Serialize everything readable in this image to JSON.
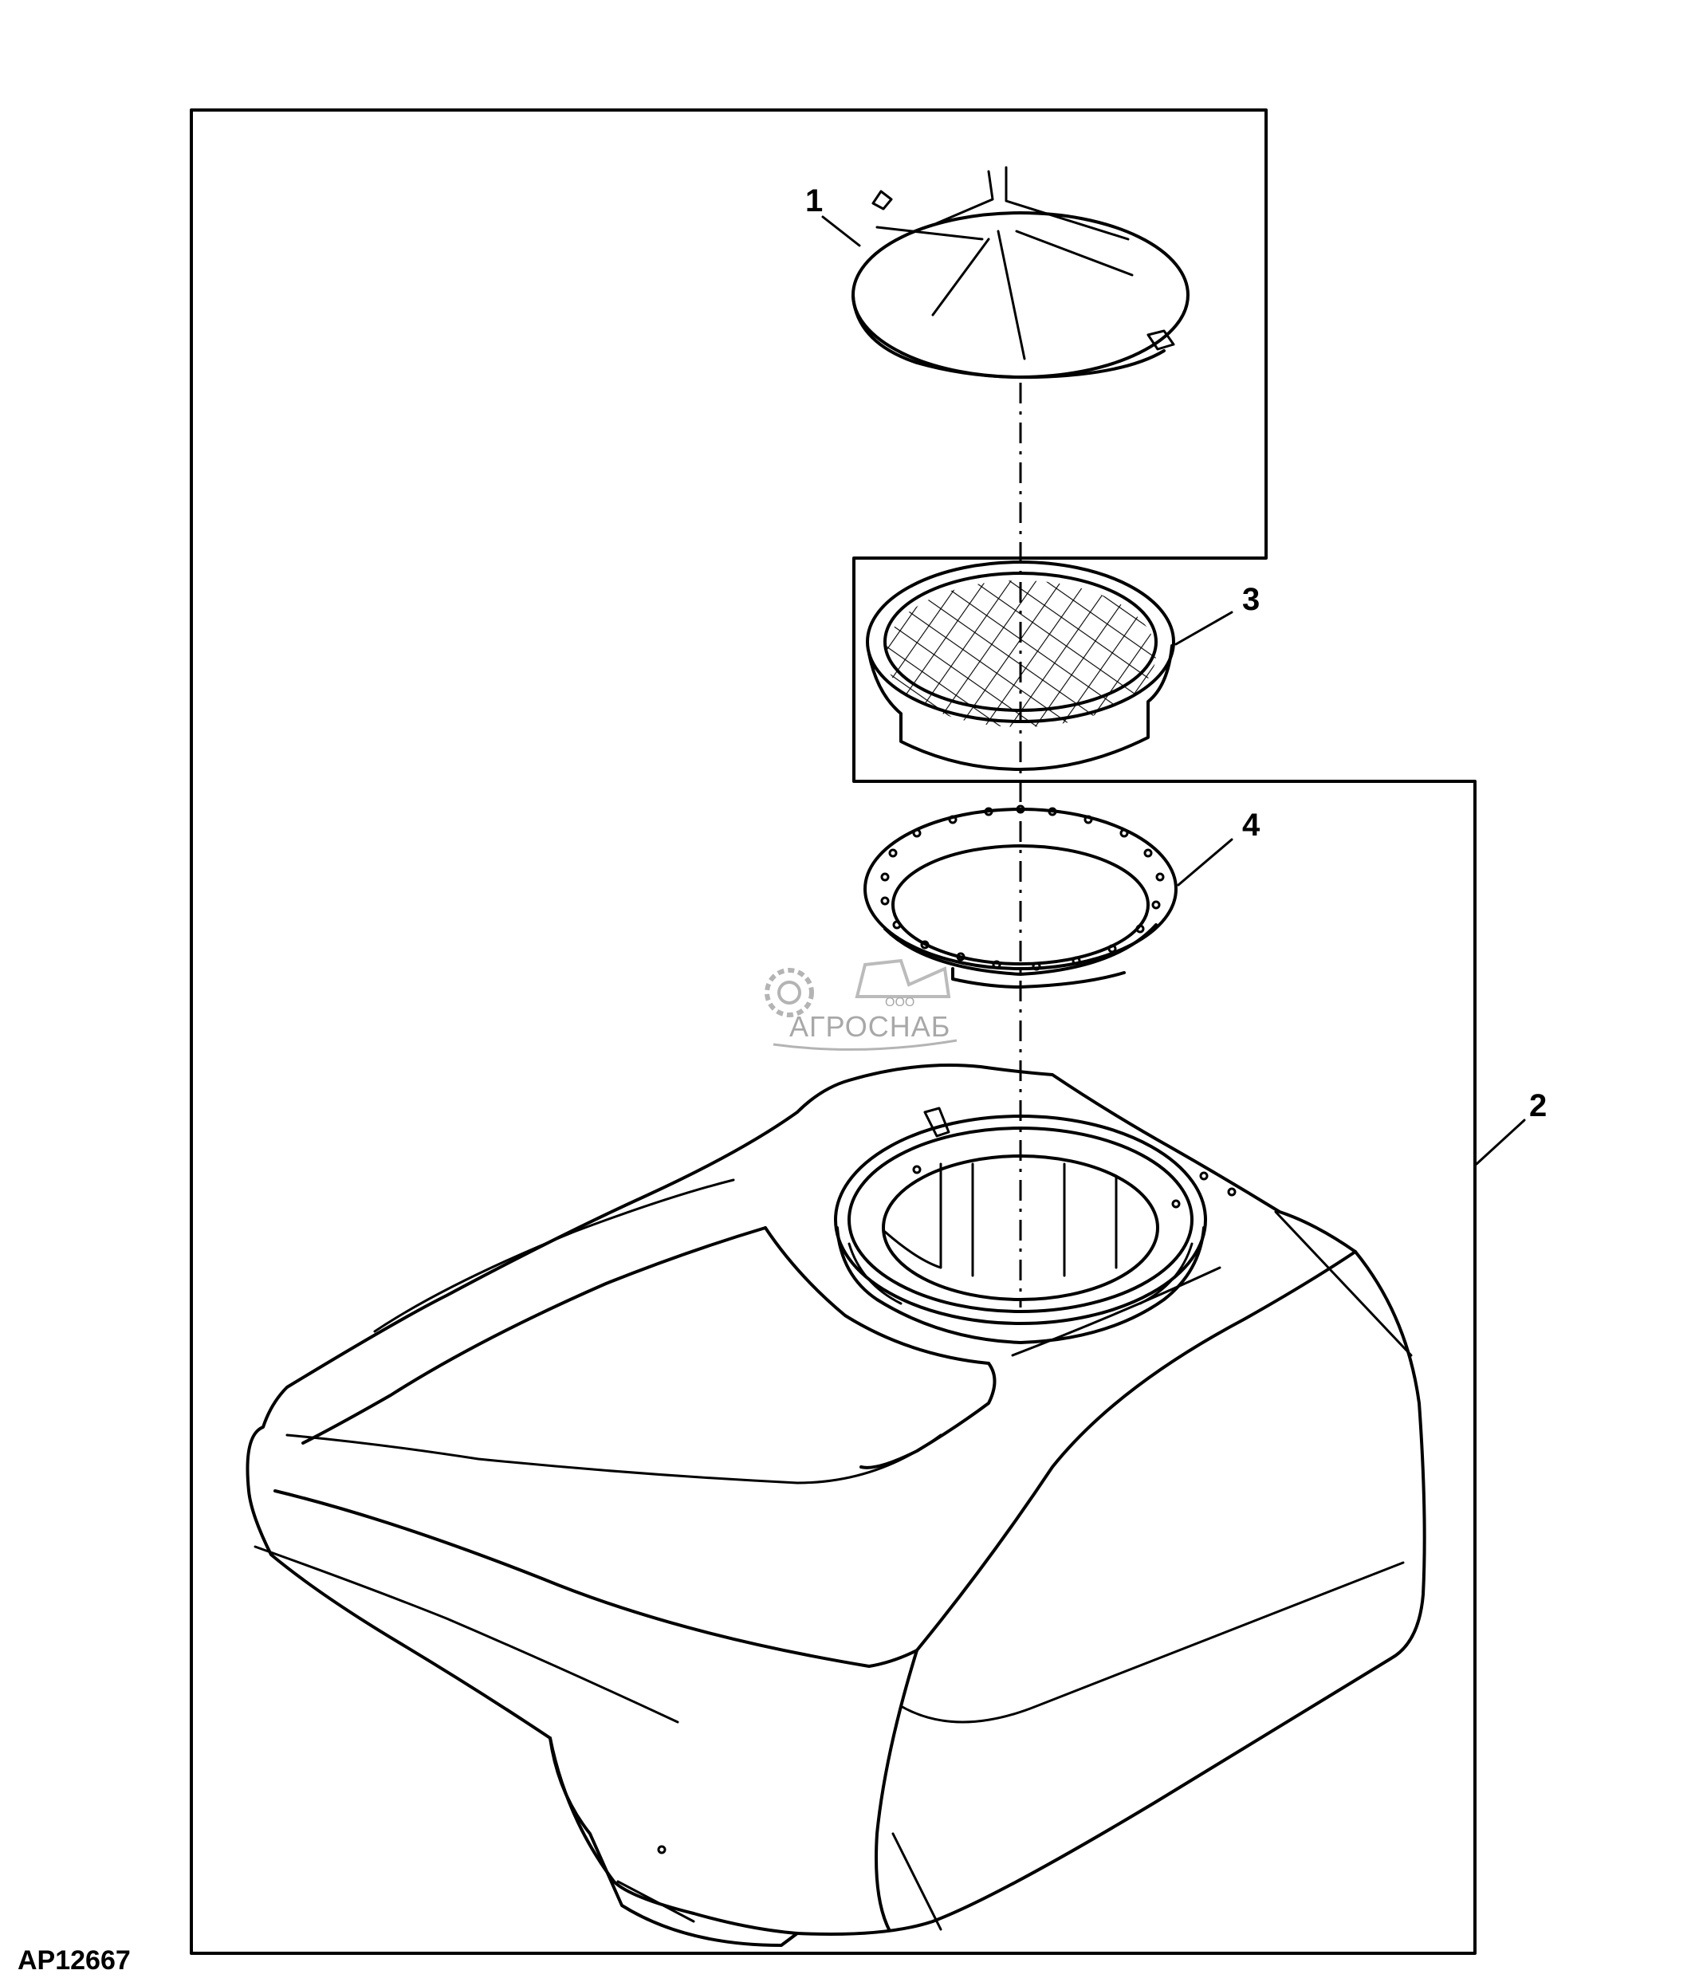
{
  "figure_id": "AP12667",
  "callouts": [
    {
      "number": "1"
    },
    {
      "number": "2"
    },
    {
      "number": "3"
    },
    {
      "number": "4"
    }
  ],
  "watermark": {
    "brand": "АГРОСНАБ",
    "prefix": "ООО"
  }
}
